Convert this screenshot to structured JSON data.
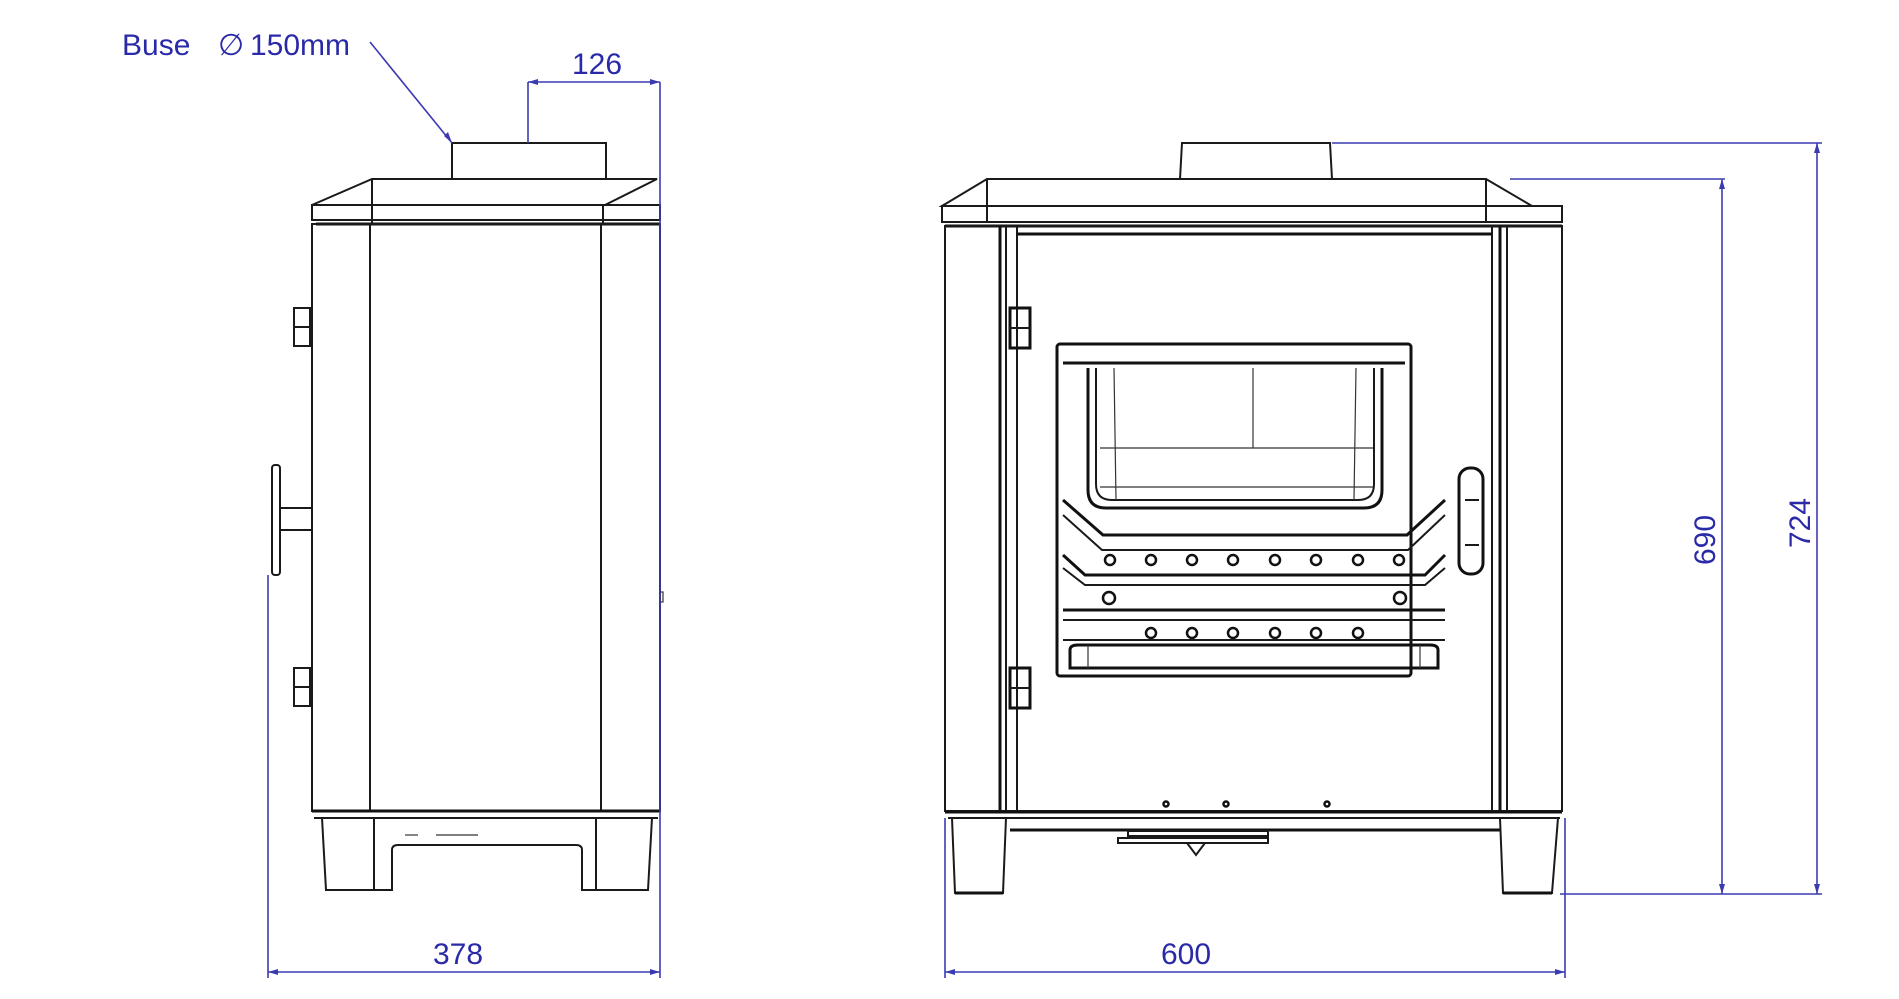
{
  "annotations": {
    "flue_label": "Buse",
    "flue_diameter_symbol": "∅",
    "flue_diameter": "150mm",
    "flue_offset": "126"
  },
  "side_view": {
    "depth": "378"
  },
  "front_view": {
    "width": "600",
    "height_to_top": "690",
    "height_to_flue": "724"
  },
  "colors": {
    "dimension": "#2a2aa8",
    "outline": "#1a1a1a",
    "background": "#ffffff"
  }
}
